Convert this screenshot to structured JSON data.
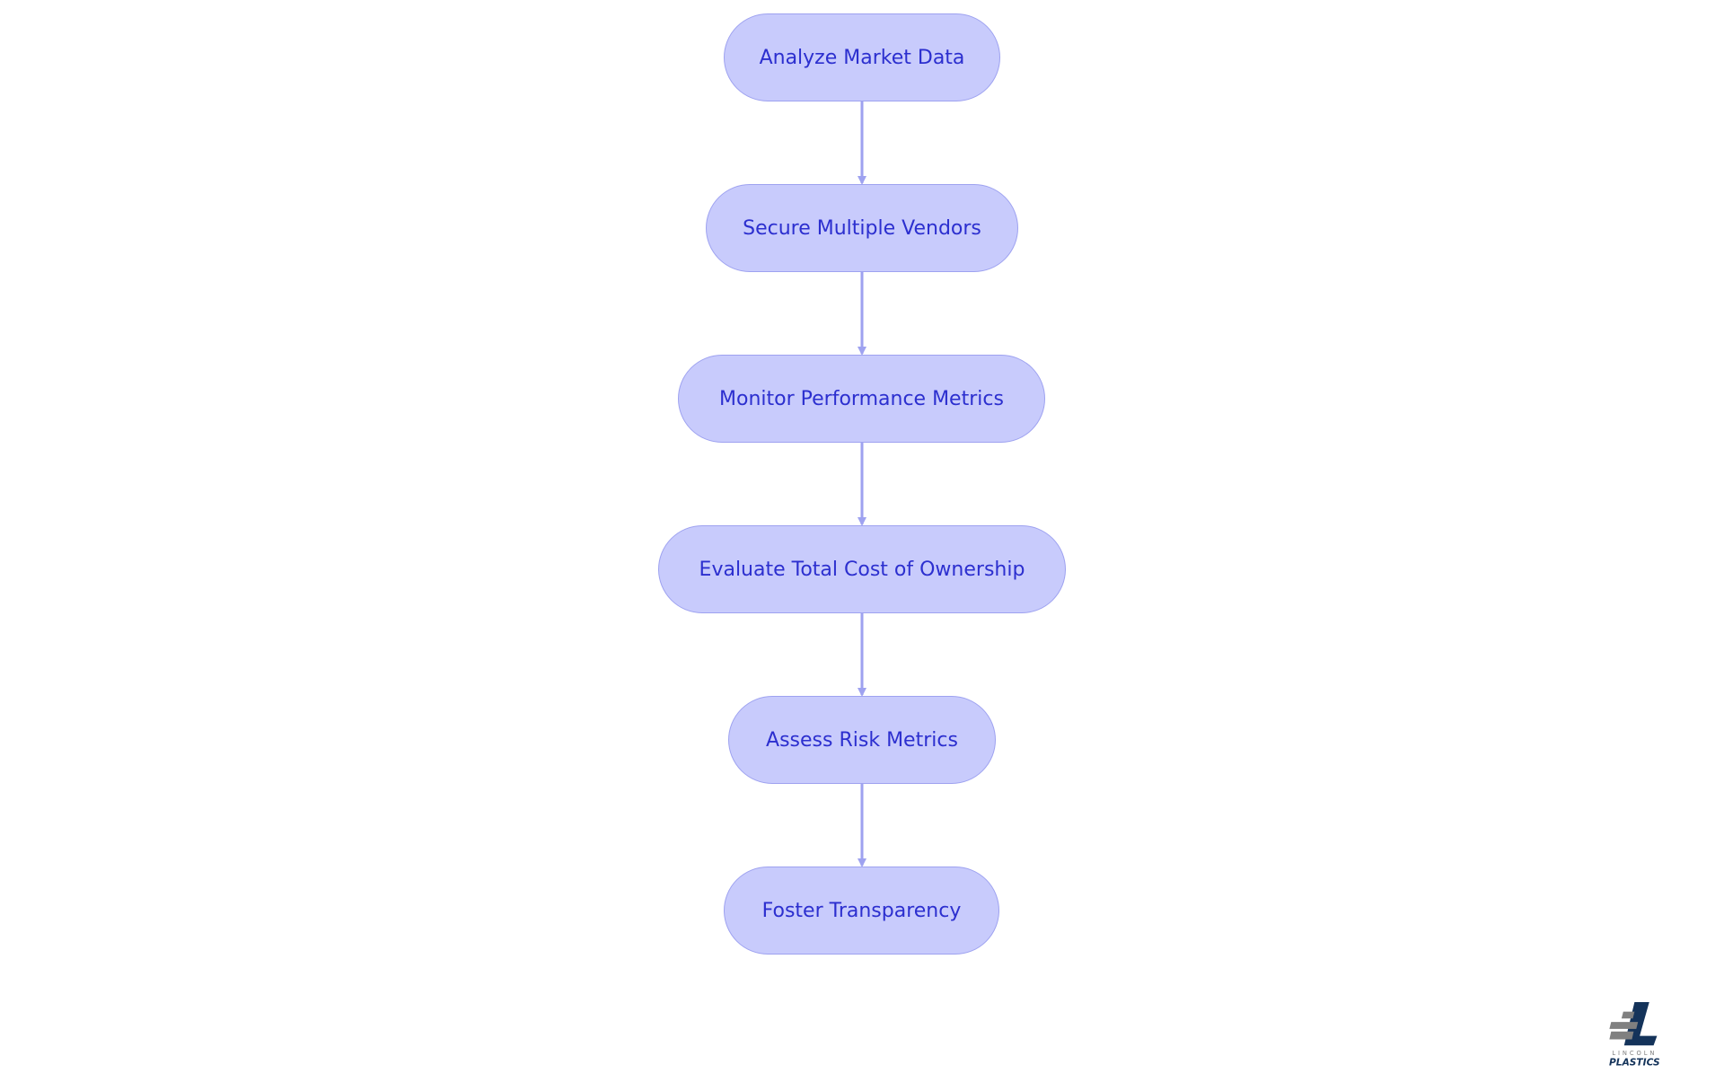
{
  "nodes": [
    {
      "label": "Analyze Market Data"
    },
    {
      "label": "Secure Multiple Vendors"
    },
    {
      "label": "Monitor Performance Metrics"
    },
    {
      "label": "Evaluate Total Cost of Ownership"
    },
    {
      "label": "Assess Risk Metrics"
    },
    {
      "label": "Foster Transparency"
    }
  ],
  "edges": [
    {
      "from": "Analyze Market Data",
      "to": "Secure Multiple Vendors"
    },
    {
      "from": "Secure Multiple Vendors",
      "to": "Monitor Performance Metrics"
    },
    {
      "from": "Monitor Performance Metrics",
      "to": "Evaluate Total Cost of Ownership"
    },
    {
      "from": "Evaluate Total Cost of Ownership",
      "to": "Assess Risk Metrics"
    },
    {
      "from": "Assess Risk Metrics",
      "to": "Foster Transparency"
    }
  ],
  "logo": {
    "line1": "LINCOLN",
    "line2": "PLASTICS"
  },
  "colors": {
    "node_fill": "#c8cbfc",
    "node_border": "#9ea2f0",
    "text": "#2c2fcf",
    "edge": "#9ea2f0",
    "logo_navy": "#14335a",
    "logo_gray": "#808080"
  }
}
